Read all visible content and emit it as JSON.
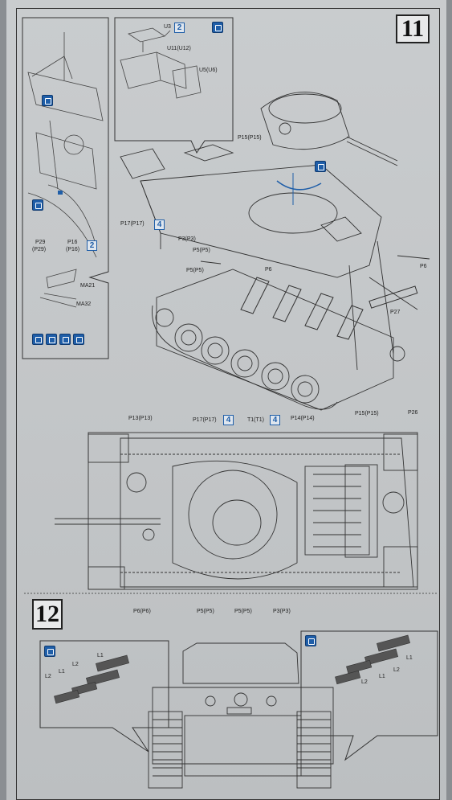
{
  "step11": {
    "number": "11",
    "inset_left": {
      "labels": [
        "P29",
        "(P29)",
        "P16",
        "(P16)",
        "MA21",
        "MA32"
      ],
      "badge": "2"
    },
    "inset_top": {
      "labels": [
        "U3",
        "U11(U12)",
        "U5(U6)"
      ],
      "badge": "2"
    },
    "main_labels": [
      "P15(P15)",
      "P17(P17)",
      "P3(P3)",
      "P5(P5)",
      "P5(P5)",
      "P6",
      "P6",
      "P27"
    ],
    "badge_p17": "4",
    "plan_labels": [
      "P13(P13)",
      "P17(P17)",
      "T1(T1)",
      "P14(P14)",
      "P15(P15)",
      "P26",
      "P6(P6)",
      "P5(P5)",
      "P5(P5)",
      "P3(P3)"
    ],
    "badge_plan_p17": "4",
    "badge_plan_t1": "4"
  },
  "step12": {
    "number": "12",
    "left_labels": [
      "L1",
      "L2",
      "L1",
      "L2"
    ],
    "right_labels": [
      "L1",
      "L2",
      "L1",
      "L2"
    ]
  },
  "icons": [
    "cement-icon",
    "paint-icon",
    "drill-icon",
    "bend-icon"
  ],
  "colors": {
    "accent": "#1f5ea8",
    "line": "#333333",
    "paper": "#c6c9cb"
  }
}
